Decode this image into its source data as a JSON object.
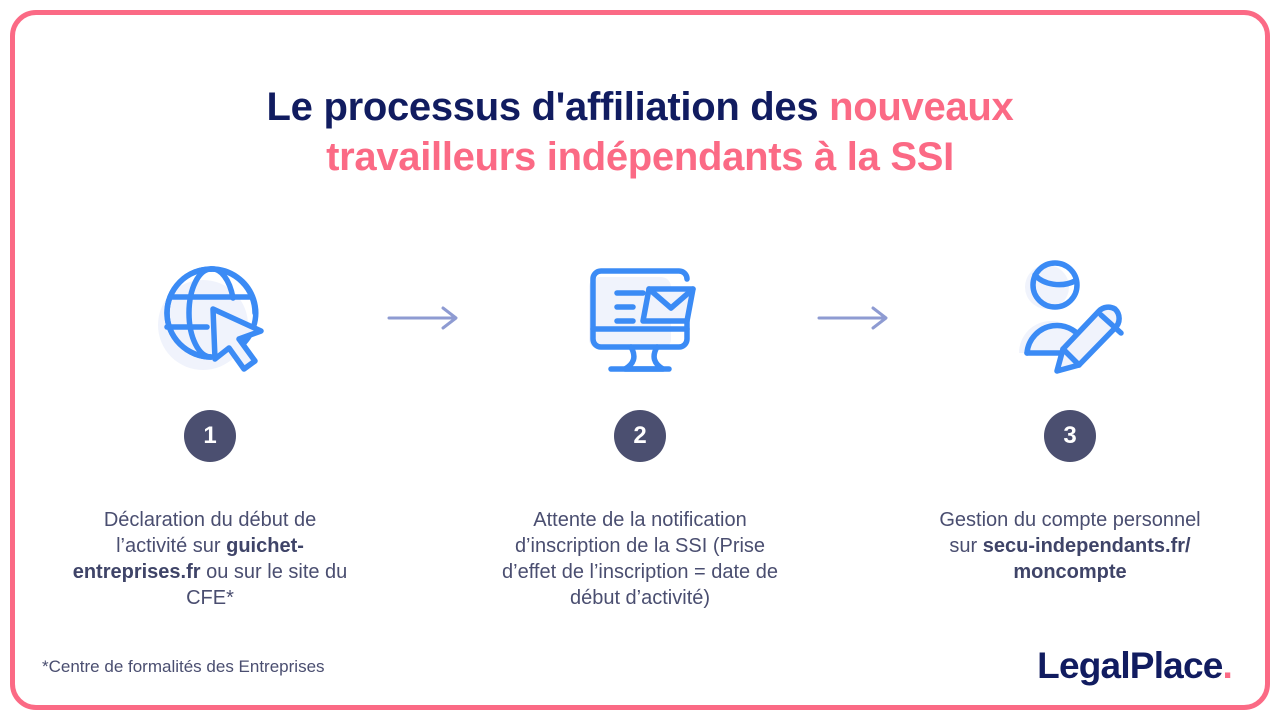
{
  "colors": {
    "navy": "#111C60",
    "pink": "#FB6A85",
    "body_text": "#4A4E70",
    "badge": "#4B4F70",
    "icon_blue": "#3B8BF5",
    "icon_fill": "#F0F3FC",
    "arrow": "#8E9BD2",
    "background": "#FFFFFF"
  },
  "title": {
    "line1_navy": "Le processus d'affiliation des ",
    "line1_pink": "nouveaux",
    "line2_pink": "travailleurs indépendants à la SSI"
  },
  "steps": [
    {
      "number": "1",
      "icon": "globe-cursor-icon",
      "text_parts": [
        {
          "text": "Déclaration du début de l’activité sur ",
          "bold": false
        },
        {
          "text": "guichet-entreprises.fr",
          "bold": true
        },
        {
          "text": " ou sur le site du CFE*",
          "bold": false
        }
      ],
      "plain_text": "Déclaration du début de l’activité sur guichet-entreprises.fr ou sur le site du CFE*"
    },
    {
      "number": "2",
      "icon": "monitor-email-icon",
      "text_parts": [
        {
          "text": "Attente de la notification d’inscription de la SSI (Prise d’effet de l’inscription = date de début d’activité)",
          "bold": false
        }
      ],
      "plain_text": "Attente de la notification d’inscription de la SSI (Prise d’effet de l’inscription = date de début d’activité)"
    },
    {
      "number": "3",
      "icon": "user-pencil-icon",
      "text_parts": [
        {
          "text": "Gestion du compte personnel sur ",
          "bold": false
        },
        {
          "text": "secu-independants.fr/ moncompte",
          "bold": true
        }
      ],
      "plain_text": "Gestion du compte personnel sur secu-independants.fr/ moncompte"
    }
  ],
  "connectors": [
    {
      "icon": "arrow-right-icon"
    },
    {
      "icon": "arrow-right-icon"
    }
  ],
  "footnote": "*Centre de formalités des Entreprises",
  "logo": {
    "name": "LegalPlace",
    "dot": "."
  }
}
